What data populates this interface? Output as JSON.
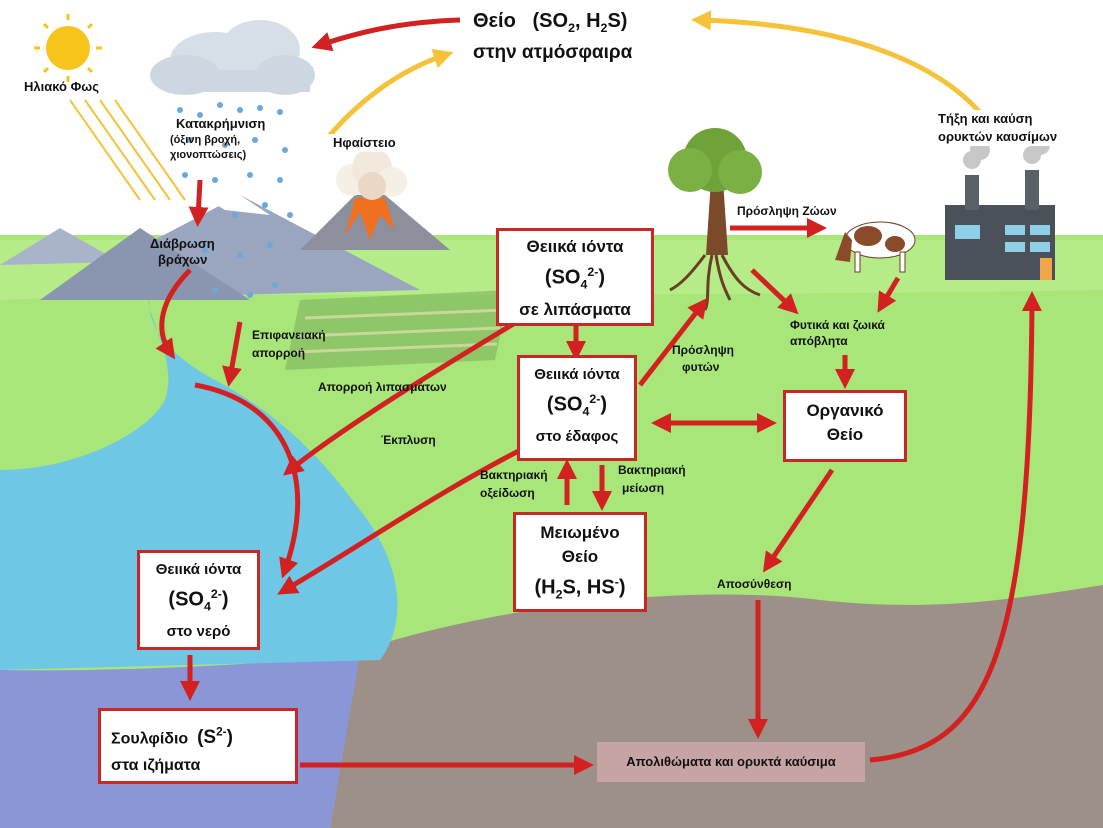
{
  "atmosphere": {
    "title_prefix": "Θείο",
    "title_formula_a": "(SO",
    "title_formula_a_sub": "2",
    "title_formula_b": ", H",
    "title_formula_b_sub": "2",
    "title_formula_c": "S)",
    "subtitle": "στην ατμόσφαιρα"
  },
  "labels": {
    "sunlight": "Ηλιακό Φως",
    "precip_1": "Κατακρήμνιση",
    "precip_2": "(όξινη βροχή,",
    "precip_3": "χιονοπτώσεις)",
    "volcano": "Ηφαίστειο",
    "weathering_1": "Διάβρωση",
    "weathering_2": "βράχων",
    "runoff_1": "Επιφανειακή",
    "runoff_2": "απορροή",
    "fert_runoff": "Απορροή λιπασμάτων",
    "leaching": "Έκπλυση",
    "animal_uptake": "Πρόσληψη Ζώων",
    "plant_uptake_1": "Πρόσληψη",
    "plant_uptake_2": "φυτών",
    "waste_1": "Φυτικά και ζωικά",
    "waste_2": "απόβλητα",
    "factory_1": "Τήξη και καύση",
    "factory_2": "ορυκτών καυσίμων",
    "bact_ox_1": "Βακτηριακή",
    "bact_ox_2": "οξείδωση",
    "bact_red_1": "Βακτηριακή",
    "bact_red_2": "μείωση",
    "decomp": "Αποσύνθεση",
    "fossils": "Απολιθώματα και ορυκτά καύσιμα"
  },
  "boxes": {
    "fertilizer": {
      "line1": "Θειικά ιόντα",
      "formula": "(SO",
      "sub": "4",
      "sup": "2-",
      "close": ")",
      "line3": "σε λιπάσματα"
    },
    "soil": {
      "line1": "Θειικά ιόντα",
      "formula": "(SO",
      "sub": "4",
      "sup": "2-",
      "close": ")",
      "line3": "στο έδαφος"
    },
    "organic": {
      "line1": "Οργανικό",
      "line2": "Θείο"
    },
    "reduced": {
      "line1": "Μειωμένο",
      "line2": "Θείο",
      "formula_a": "(H",
      "sub": "2",
      "formula_b": "S, HS",
      "sup": "-",
      "close": ")"
    },
    "water": {
      "line1": "Θειικά ιόντα",
      "formula": "(SO",
      "sub": "4",
      "sup": "2-",
      "close": ")",
      "line3": "στο νερό"
    },
    "sediment": {
      "line1": "Σουλφίδιο",
      "formula": "(S",
      "sup": "2-",
      "close": ")",
      "line2": "στα ιζήματα"
    }
  },
  "colors": {
    "sky": "#ffffff",
    "grass": "#a8e67a",
    "water": "#6fc7e6",
    "deep_water": "#8a96d6",
    "sediment": "#9d9088",
    "arrow_red": "#d32020",
    "arrow_yellow": "#f5c23a",
    "box_border": "#c62828",
    "fossil_box": "#c7a4a4"
  }
}
